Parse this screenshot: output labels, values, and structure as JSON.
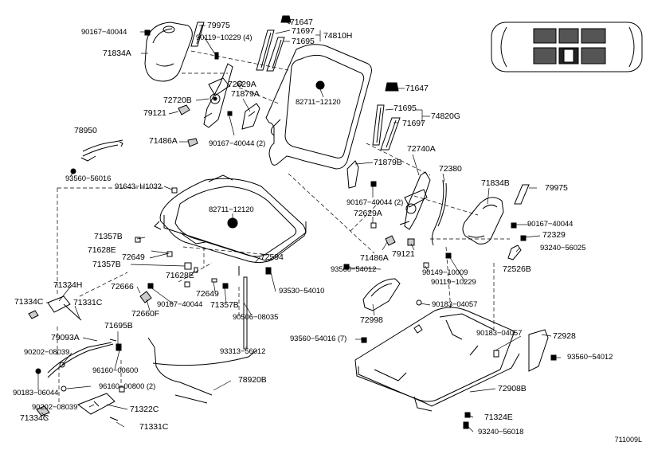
{
  "diagram": {
    "doc_code": "711009L",
    "labels": {
      "p90167_40044_a": "90167−40044",
      "p71834A": "71834A",
      "p79975_a": "79975",
      "p90119_10229_4": "90119−10229 (4)",
      "p71647_a": "71647",
      "p71697_a": "71697",
      "p74810H": "74810H",
      "p71695_a": "71695",
      "p72629A_a": "72629A",
      "p71879A": "71879A",
      "p72720B": "72720B",
      "p82711_12120_a": "82711−12120",
      "p79121_a": "79121",
      "p71647_b": "71647",
      "p71695_b": "71695",
      "p74820G": "74820G",
      "p71697_b": "71697",
      "p71486A_a": "71486A",
      "p90167_40044_2a": "90167−40044 (2)",
      "p78950": "78950",
      "p72740A": "72740A",
      "p71879B": "71879B",
      "p72380": "72380",
      "p93560_56016": "93560−56016",
      "p91643_H1032": "91643−H1032",
      "p71834B": "71834B",
      "p79975_b": "79975",
      "p82711_12120_b": "82711−12120",
      "p90167_40044_2b": "90167−40044 (2)",
      "p72629A_b": "72629A",
      "p90167_40044_b": "90167−40044",
      "p72329": "72329",
      "p71357B_a": "71357B",
      "p71628E_a": "71628E",
      "p72649_a": "72649",
      "p72594": "72594",
      "p93240_56025": "93240−56025",
      "p71486A_b": "71486A",
      "p79121_b": "79121",
      "p71357B_b": "71357B",
      "p71628E_b": "71628E",
      "p93560_54012_a": "93560−54012",
      "p72526B": "72526B",
      "p90149_10009": "90149−10009",
      "p90119_10229": "90119−10229",
      "p71324H": "71324H",
      "p72666": "72666",
      "p72649_b": "72649",
      "p93530_54010": "93530−54010",
      "p71334C_a": "71334C",
      "p71331C_a": "71331C",
      "p90167_40044_c": "90167−40044",
      "p71357B_c": "71357B",
      "p72660F": "72660F",
      "p90183_04057_a": "90183−04057",
      "p90506_08035": "90506−08035",
      "p72998": "72998",
      "p71695B": "71695B",
      "p79093A": "79093A",
      "p93560_54016_7": "93560−54016 (7)",
      "p90183_04057_b": "90183−04057",
      "p72928": "72928",
      "p90202_08039_a": "90202−08039",
      "p93313_56012": "93313−56012",
      "p93560_54012_b": "93560−54012",
      "p96160_00600": "96160−00600",
      "p78920B": "78920B",
      "p90183_06044": "90183−06044",
      "p96160_00800_2": "96160−00800 (2)",
      "p72908B": "72908B",
      "p90202_08039_b": "90202−08039",
      "p71322C": "71322C",
      "p71324E": "71324E",
      "p71334C_b": "71334C",
      "p71331C_b": "71331C",
      "p93240_56018": "93240−56018"
    }
  }
}
